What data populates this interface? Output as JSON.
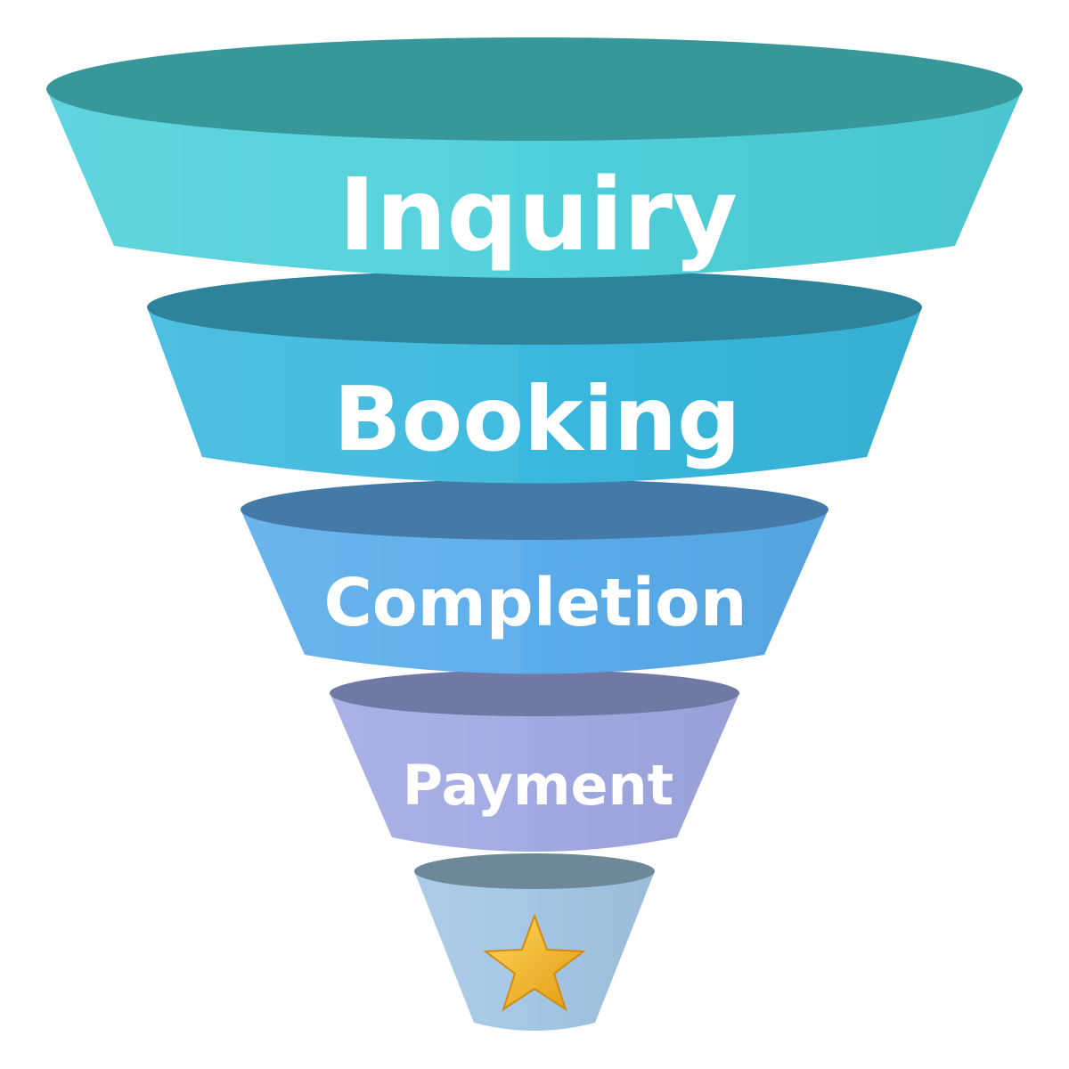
{
  "funnel": {
    "stages": [
      {
        "label": "Inquiry",
        "color": "#4fd0da",
        "top_color": "#38979a"
      },
      {
        "label": "Booking",
        "color": "#3ab8de",
        "top_color": "#2e839b"
      },
      {
        "label": "Completion",
        "color": "#5aacea",
        "top_color": "#4479a8"
      },
      {
        "label": "Payment",
        "color": "#a0a9e2",
        "top_color": "#6f79a3"
      },
      {
        "label": "",
        "color": "#a3c6e4",
        "top_color": "#6c8899",
        "icon": "star-icon",
        "icon_color": "#f4b024"
      }
    ]
  }
}
